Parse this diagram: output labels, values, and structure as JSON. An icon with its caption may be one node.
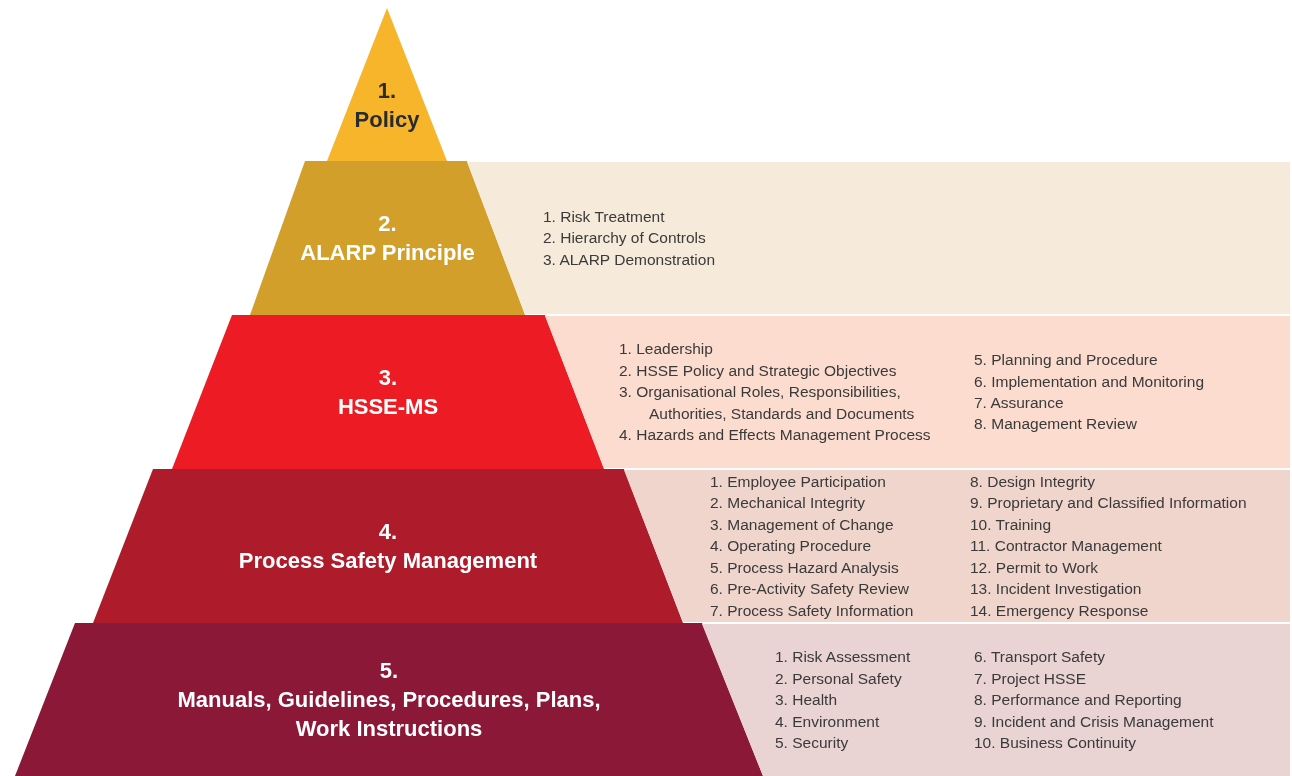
{
  "diagram": {
    "nodes": [
      {
        "text": [
          "1.",
          "Policy"
        ]
      },
      {
        "text": [
          "2.",
          "ALARP Principle"
        ]
      },
      {
        "text": [
          "3.",
          "HSSE-MS"
        ]
      },
      {
        "text": [
          "4.",
          "Process Safety Management"
        ]
      },
      {
        "text": [
          "5.",
          "Manuals, Guidelines, Procedures, Plans, Work Instructions"
        ]
      },
      {
        "text": [
          "1. Risk Treatment",
          "2. Hierarchy of Controls",
          "3. ALARP Demonstration"
        ]
      },
      {
        "text": [
          "1. Leadership",
          "2. HSSE Policy and Strategic Objectives",
          "3. Organisational Roles, Responsibilities, Authorities, Standards and Documents",
          "4. Hazards and Effects Management Process",
          "5. Planning and Procedure",
          "6. Implementation and Monitoring",
          "7. Assurance",
          "8. Management Review"
        ]
      },
      {
        "text": [
          "1. Employee Participation",
          "2. Mechanical Integrity",
          "3. Management of Change",
          "4. Operating Procedure",
          "5. Process Hazard Analysis",
          "6. Pre-Activity Safety Review",
          "7. Process Safety Information",
          "8. Design Integrity",
          "9. Proprietary and Classified Information",
          "10. Training",
          "11. Contractor Management",
          "12. Permit to Work",
          "13. Incident Investigation",
          "14. Emergency Response"
        ]
      },
      {
        "text": [
          "1. Risk Assessment",
          "2. Personal Safety",
          "3. Health",
          "4. Environment",
          "5. Security",
          "6. Transport Safety",
          "7. Project HSSE",
          "8. Performance and Reporting",
          "9. Incident and Crisis Management",
          "10. Business Continuity"
        ]
      }
    ]
  }
}
